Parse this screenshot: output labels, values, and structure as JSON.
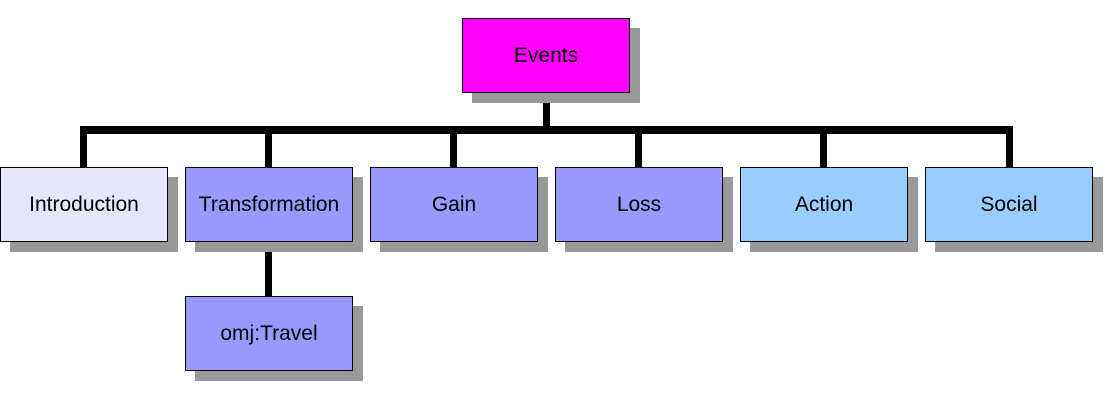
{
  "diagram": {
    "root": {
      "label": "Events",
      "color": "#ff00ff"
    },
    "children": [
      {
        "label": "Introduction",
        "color": "#e6e6ff"
      },
      {
        "label": "Transformation",
        "color": "#9999ff"
      },
      {
        "label": "Gain",
        "color": "#9999ff"
      },
      {
        "label": "Loss",
        "color": "#9999ff"
      },
      {
        "label": "Action",
        "color": "#99ccff"
      },
      {
        "label": "Social",
        "color": "#99ccff"
      }
    ],
    "grandchildren": [
      {
        "label": "omj:Travel",
        "color": "#9999ff"
      }
    ]
  }
}
